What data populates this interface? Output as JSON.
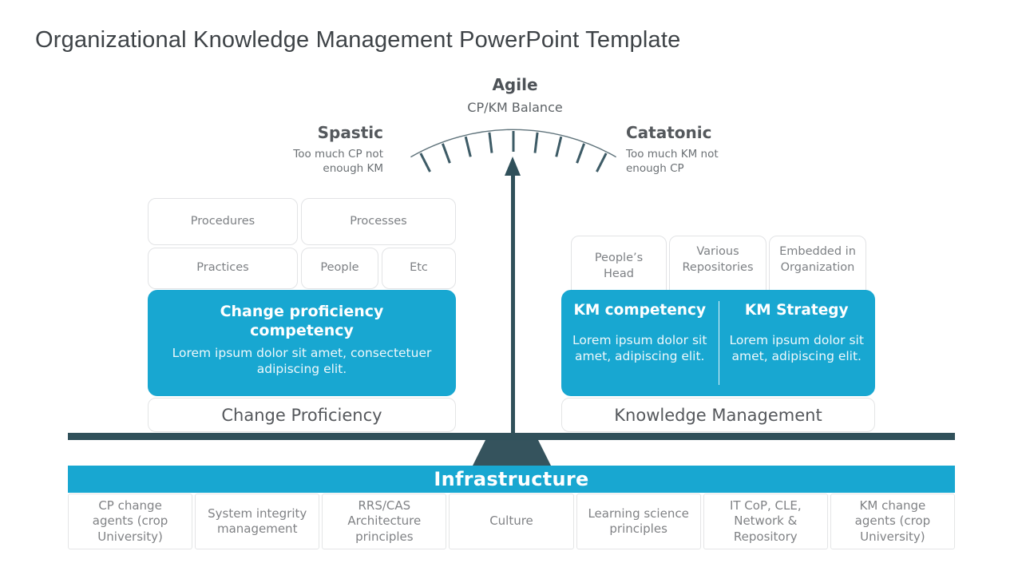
{
  "title": "Organizational Knowledge Management PowerPoint Template",
  "gauge": {
    "top_label": "Agile",
    "top_sublabel": "CP/KM Balance",
    "left_label": "Spastic",
    "left_sublabel": "Too much CP not enough KM",
    "right_label": "Catatonic",
    "right_sublabel": "Too much KM not enough CP"
  },
  "left_group": {
    "tags_row1": [
      "Procedures",
      "Processes"
    ],
    "tags_row2": [
      "Practices",
      "People",
      "Etc"
    ],
    "card": {
      "title": "Change proficiency competency",
      "body": "Lorem ipsum dolor sit amet, consectetuer adipiscing elit."
    },
    "footer": "Change Proficiency"
  },
  "right_group": {
    "tags": [
      "People’s Head",
      "Various Repositories",
      "Embedded in Organization"
    ],
    "cards": [
      {
        "title": "KM competency",
        "body": "Lorem ipsum dolor sit amet, adipiscing elit."
      },
      {
        "title": "KM Strategy",
        "body": "Lorem ipsum dolor sit amet, adipiscing elit."
      }
    ],
    "footer": "Knowledge Management"
  },
  "infrastructure": {
    "label": "Infrastructure",
    "items": [
      "CP change agents (crop University)",
      "System integrity management",
      "RRS/CAS Architecture principles",
      "Culture",
      "Learning science principles",
      "IT CoP, CLE, Network & Repository",
      "KM change agents (crop University)"
    ]
  },
  "colors": {
    "accent": "#18a7d1",
    "beam": "#30505a"
  }
}
